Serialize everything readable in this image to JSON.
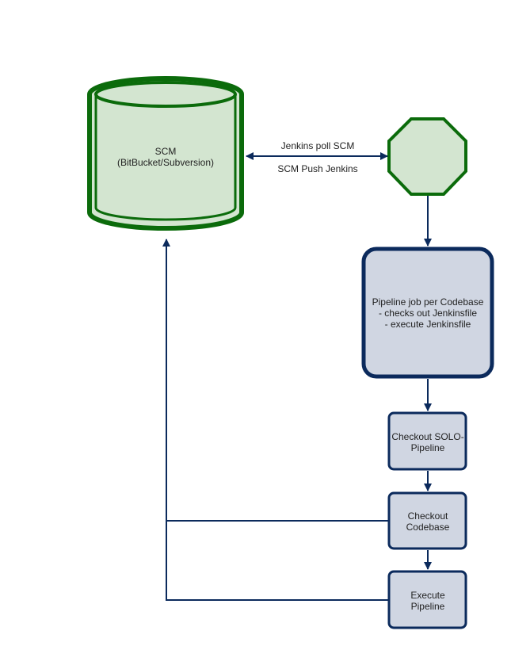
{
  "colors": {
    "green_fill": "#d3e5d0",
    "green_stroke": "#0b6b0b",
    "blue_fill": "#d0d6e2",
    "blue_stroke": "#0b2a5c",
    "connector": "#0b2a5c",
    "text": "#222222"
  },
  "nodes": {
    "scm": {
      "line1": "SCM",
      "line2": "(BitBucket/Subversion)"
    },
    "trigger": {},
    "pipeline_job": {
      "line1": "Pipeline job per Codebase",
      "line2": "- checks out Jenkinsfile",
      "line3": "- execute Jenkinsfile"
    },
    "checkout_solo": {
      "line1": "Checkout SOLO-",
      "line2": "Pipeline"
    },
    "checkout_codebase": {
      "line1": "Checkout",
      "line2": "Codebase"
    },
    "execute_pipeline": {
      "line1": "Execute",
      "line2": "Pipeline"
    }
  },
  "edges": {
    "scm_trigger": {
      "label_top": "Jenkins poll SCM",
      "label_bottom": "SCM Push Jenkins"
    }
  }
}
